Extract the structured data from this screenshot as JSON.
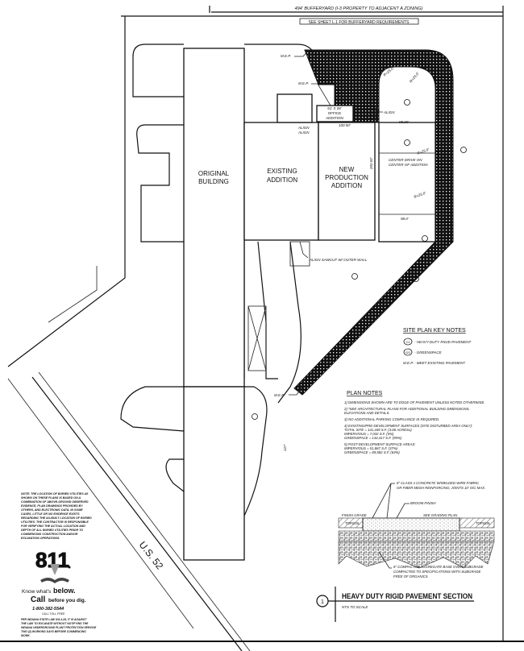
{
  "header": {
    "bufferyard": "494'  BUFFERYARD (I-3 PROPERTY TO ADJACENT A ZONING)",
    "see_sheet": "SEE SHEET L.1 FOR BUFFERYARD REQUIREMENTS"
  },
  "buildings": {
    "original": [
      "ORIGINAL",
      "BUILDING"
    ],
    "existing": [
      "EXISTING",
      "ADDITION"
    ],
    "new_production": [
      "NEW",
      "PRODUCTION",
      "ADDITION"
    ],
    "office": [
      "61' X 28'",
      "OFFICE",
      "ADDITION"
    ]
  },
  "callouts": {
    "mep1": "M.E.P.",
    "mep2": "M.E.P.",
    "mep3": "M.E.P.",
    "align1": "ALIGN",
    "align2": "ALIGN",
    "align3": "ALIGN",
    "align_sawcut": "ALIGN SAWCUT W/ OUTER WALL",
    "center_drive": "CENTER DRIVE ON",
    "center_drive2": "CENTER OF ADDITION",
    "dim_100": "100.50'",
    "dim_95": "95.00'",
    "dim_98": "98.0'",
    "dim_200": "200.00'",
    "dim_r1": "R=25.0'",
    "dim_r2": "R=25.0'",
    "dim_r3": "R=25.0'",
    "dim_r4": "R=25.0'",
    "dim_127": "127'",
    "greenspace_tag": "GS"
  },
  "key_notes": {
    "title": "SITE PLAN KEY NOTES",
    "items": [
      {
        "tag": "C1",
        "text": "- HEAVY-DUTY RIGID PAVEMENT"
      },
      {
        "tag": "GS",
        "text": "- GREENSPACE"
      },
      {
        "tag": "M.E.P.",
        "text": "- MEET EXISTING PAVEMENT"
      }
    ]
  },
  "plan_notes": {
    "title": "PLAN NOTES",
    "lines": [
      "1) DIMENSIONS SHOWN ARE TO EDGE OF PAVEMENT UNLESS NOTED OTHERWISE.",
      "2) *SEE ARCHITECTURAL PLANS FOR ADDITIONAL BUILDING DIMENSIONS,",
      "    ELEVATIONS AND DETAILS.",
      "3) NO ADDITIONAL PARKING COMPLIANCE IS REQUIRED.",
      "4) EXISTING/PRE-DEVELOPMENT SURFACES (SITE DISTURBED AREA ONLY):",
      "    TOTAL SITE = 141,449 S.F. (3.08 ACRES±)",
      "    IMPERVIOUS = 7,032 S.F. (5%)",
      "    GREENSPACE = 134,417 S.F. (95%)",
      "5) POST-DEVELOPMENT SURFACE AREAS:",
      "    IMPERVIOUS = 51,867 S.F. (37%)",
      "    GREENSPACE = 89,582 S.F. (63%)"
    ]
  },
  "section": {
    "note_concrete": [
      "8\" CLASS A CONCRETE W/WELDED WIRE FABRIC",
      "OR FIBER MESH REINFORCING; JOINTS 10' O/C MAX."
    ],
    "broom": "BROOM FINISH",
    "finish_grade": "FINISH GRADE",
    "see_grading": "SEE GRADING PLAN",
    "topsoil_l": "TOPSOIL",
    "topsoil_r": "TOPSOIL",
    "note_base": [
      "6\" COMPACTED AGGREGATE BASE OVER SUBGRADE",
      "COMPACTED TO SPECIFICATIONS WITH SUBGRADE",
      "FREE OF ORGANICS"
    ],
    "number": "1",
    "title": "HEAVY DUTY RIGID PAVEMENT SECTION",
    "scale": "NTS TO SCALE"
  },
  "utility_note": [
    "NOTE: THE LOCATION OF BURIED UTILITIES AS",
    "SHOWN ON THESE PLANS IS BASED ON A",
    "COMBINATION OF ABOVE-GROUND OBSERVED",
    "EVIDENCE, PLAN DRAWINGS PROVIDED BY",
    "OTHERS, AND ELECTRONIC DATA. IN SOME",
    "CASES, LITTLE OR NO EVIDENCE EXISTS",
    "REGARDING THE AS-BUILT LOCATION OF BURIED",
    "UTILITIES. THE CONTRACTOR IS RESPONSIBLE",
    "FOR VERIFYING THE ACTUAL LOCATION AND",
    "DEPTH OF ALL BURIED UTILITIES PRIOR TO",
    "COMMENCING CONSTRUCTION AND/OR",
    "EXCAVATION OPERATIONS."
  ],
  "logo811": {
    "number": "811",
    "know": "Know what's",
    "below": "below.",
    "call": "Call",
    "before": "before you dig.",
    "phone": "1-800-382-5544",
    "toll": "CALL TOLL FREE",
    "law": [
      "PER INDIANA STATE LAW IC8-1-26, IT IS AGAINST",
      "THE LAW TO EXCAVATE WITHOUT NOTIFYING THE",
      "INDIANA UNDERGROUND PLANT PROTECTION SERVICE",
      "TWO (2) WORKING DAYS BEFORE COMMENCING",
      "WORK."
    ]
  },
  "road": {
    "label": "U.S. 52"
  },
  "colors": {
    "ink": "#111111",
    "paper": "#ffffff"
  }
}
